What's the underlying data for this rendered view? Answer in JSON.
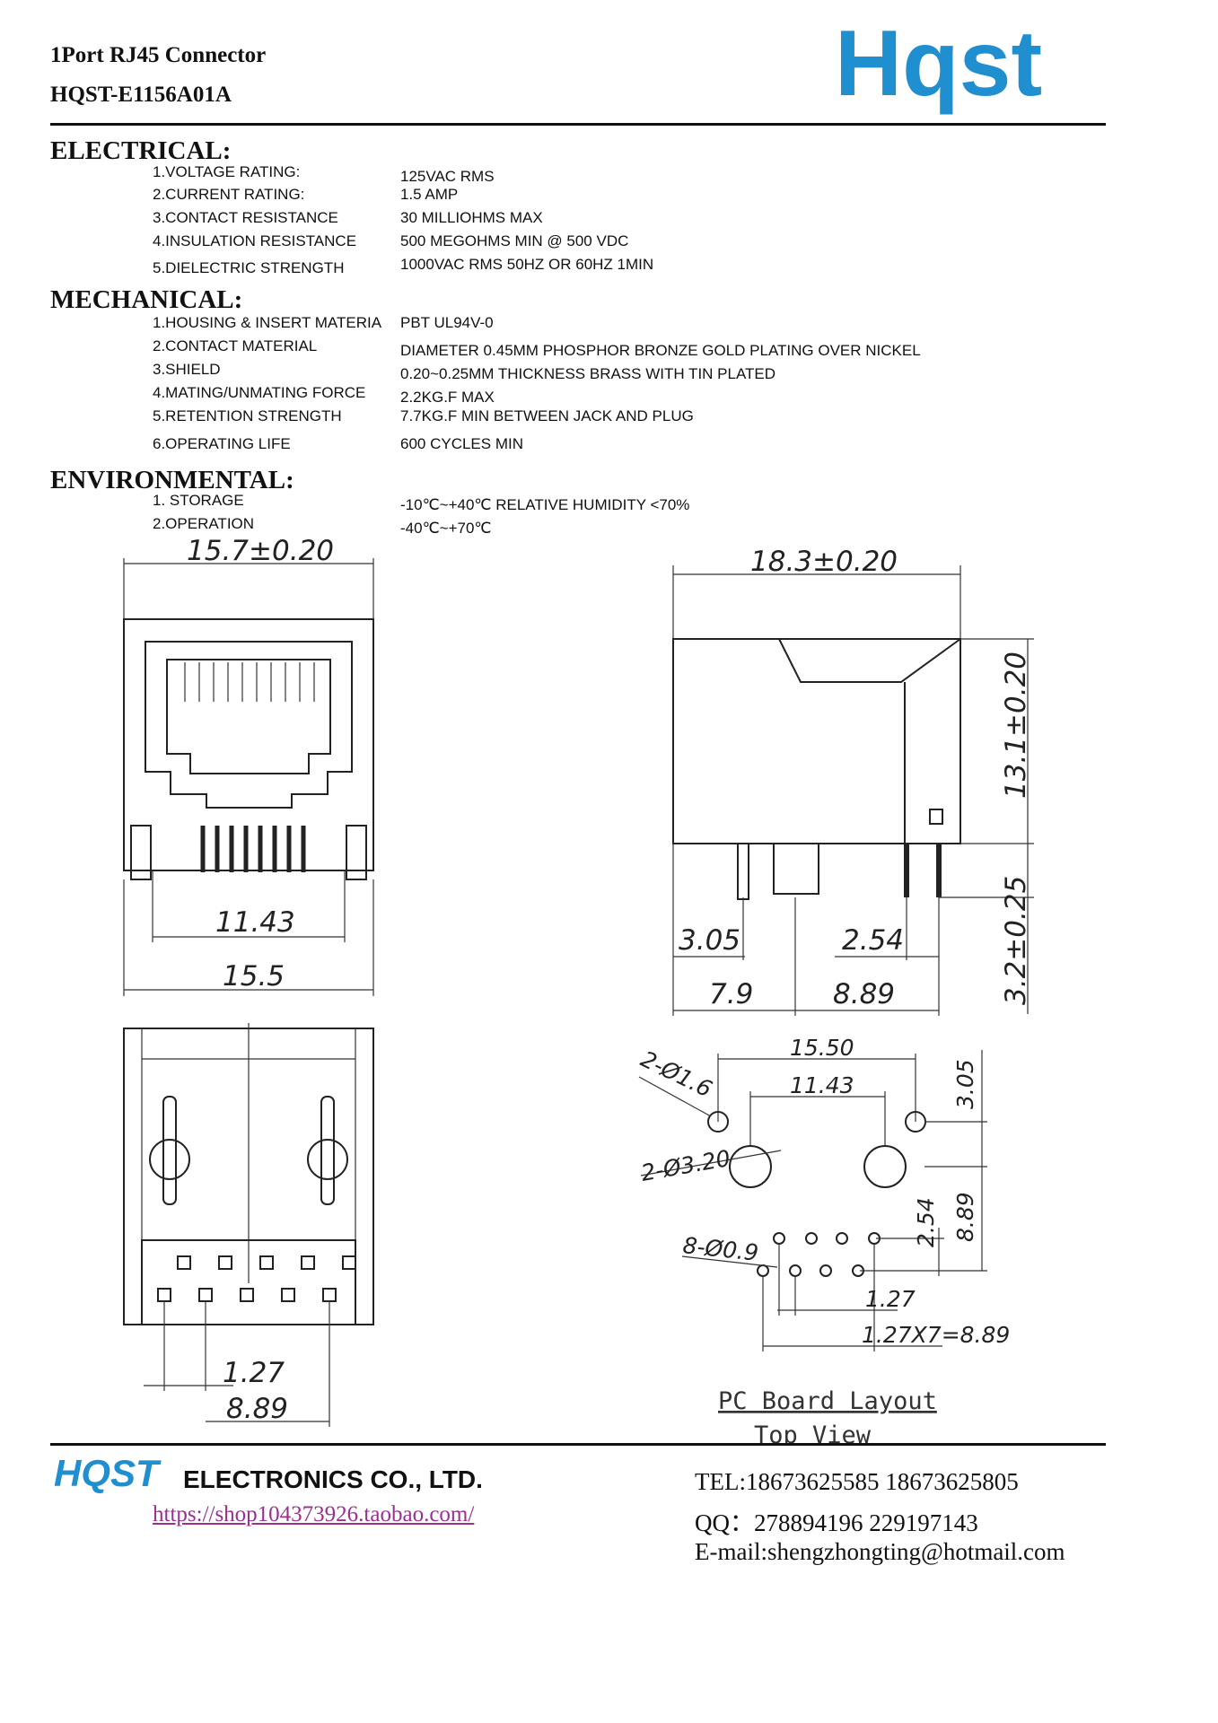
{
  "header": {
    "title": "1Port RJ45 Connector",
    "part_number": "HQST-E1156A01A",
    "logo_text": "Hqst",
    "brand_color": "#1f8fd0"
  },
  "electrical": {
    "heading": "ELECTRICAL:",
    "rows": [
      {
        "label": "1.VOLTAGE RATING:",
        "value": "125VAC RMS"
      },
      {
        "label": "2.CURRENT RATING:",
        "value": "1.5 AMP"
      },
      {
        "label": "3.CONTACT RESISTANCE",
        "value": "30 MILLIOHMS MAX"
      },
      {
        "label": "4.INSULATION RESISTANCE",
        "value": "500 MEGOHMS MIN @ 500 VDC"
      },
      {
        "label": "5.DIELECTRIC STRENGTH",
        "value": "1000VAC RMS 50HZ OR 60HZ 1MIN"
      }
    ]
  },
  "mechanical": {
    "heading": "MECHANICAL:",
    "rows": [
      {
        "label": "1.HOUSING & INSERT MATERIA",
        "value": "PBT UL94V-0"
      },
      {
        "label": "2.CONTACT MATERIAL",
        "value": "DIAMETER 0.45MM PHOSPHOR BRONZE GOLD PLATING OVER NICKEL"
      },
      {
        "label": "3.SHIELD",
        "value": "0.20~0.25MM THICKNESS BRASS WITH TIN PLATED"
      },
      {
        "label": "4.MATING/UNMATING FORCE",
        "value": "2.2KG.F MAX"
      },
      {
        "label": "5.RETENTION STRENGTH",
        "value": "7.7KG.F MIN BETWEEN JACK AND PLUG"
      },
      {
        "label": "6.OPERATING LIFE",
        "value": "600 CYCLES MIN"
      }
    ]
  },
  "environmental": {
    "heading": "ENVIRONMENTAL:",
    "rows": [
      {
        "label": "1. STORAGE",
        "value": "-10℃~+40℃ RELATIVE HUMIDITY <70%"
      },
      {
        "label": "2.OPERATION",
        "value": "-40℃~+70℃"
      }
    ]
  },
  "drawings": {
    "front_view": {
      "width_total": "15.7±0.20",
      "pin_span": "11.43",
      "width_base": "15.5"
    },
    "side_view": {
      "depth": "18.3±0.20",
      "height": "13.1±0.20",
      "pin_len": "3.2±0.25",
      "d1": "3.05",
      "d2": "2.54",
      "d3": "7.9",
      "d4": "8.89"
    },
    "bottom_view": {
      "pitch": "1.27",
      "span": "8.89"
    },
    "pcb_layout": {
      "outer_span": "15.50",
      "inner_span": "11.43",
      "small_holes": "2-Ø1.6",
      "large_holes": "2-Ø3.20",
      "pin_holes": "8-Ø0.9",
      "offset_top": "3.05",
      "row_gap": "2.54",
      "vert_span": "8.89",
      "pitch": "1.27",
      "pitch_total": "1.27X7=8.89",
      "caption_line1": "PC Board Layout",
      "caption_line2": "Top View"
    }
  },
  "footer": {
    "brand": "HQST",
    "company": "ELECTRONICS CO., LTD.",
    "url": "https://shop104373926.taobao.com/",
    "address_cn": "",
    "tel": "TEL:18673625585 18673625805",
    "qq": "QQ：278894196   229197143",
    "email": "E-mail:shengzhongting@hotmail.com"
  }
}
